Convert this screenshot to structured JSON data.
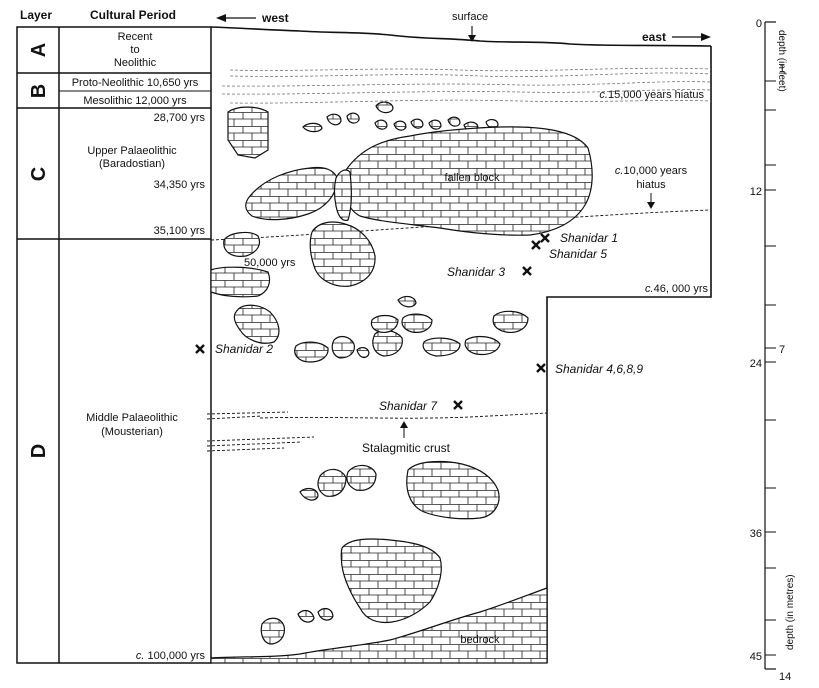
{
  "header": {
    "layer": "Layer",
    "period": "Cultural Period",
    "west": "west",
    "east": "east",
    "surface": "surface"
  },
  "layers": [
    {
      "letter": "A",
      "period_lines": [
        "Recent",
        "to",
        "Neolithic"
      ]
    },
    {
      "letter": "B",
      "period_lines": [
        "Proto-Neolithic 10,650 yrs",
        "Mesolithic 12,000 yrs"
      ]
    },
    {
      "letter": "C",
      "period_lines": [
        "Upper Palaeolithic",
        "(Baradostian)"
      ]
    },
    {
      "letter": "D",
      "period_lines": [
        "Middle Palaeolithic",
        "(Mousterian)"
      ]
    }
  ],
  "dates": {
    "c_top": "28,700 yrs",
    "c_mid": "34,350 yrs",
    "c_bottom": "35,100 yrs",
    "d_bottom_prefix": "c.",
    "d_bottom": " 100,000 yrs"
  },
  "annotations": {
    "hiatus_15000_prefix": "c.",
    "hiatus_15000": "15,000 years hiatus",
    "hiatus_10000_prefix": "c.",
    "hiatus_10000_line1": "10,000 years",
    "hiatus_10000_line2": "hiatus",
    "fallen_block": "fallen block",
    "yrs_50000": "50,000 yrs",
    "c46000_prefix": "c.",
    "c46000": "46, 000 yrs",
    "stalagmitic_crust": "Stalagmitic crust",
    "bedrock": "bedrock"
  },
  "specimens": [
    "Shanidar 1",
    "Shanidar 5",
    "Shanidar 3",
    "Shanidar 2",
    "Shanidar 4,6,8,9",
    "Shanidar 7"
  ],
  "scale": {
    "feet_title": "depth (in feet)",
    "metres_title": "depth (in metres)",
    "feet_labels": [
      "0",
      "12",
      "24",
      "36",
      "45"
    ],
    "metre_labels": [
      "1",
      "7",
      "14"
    ]
  }
}
